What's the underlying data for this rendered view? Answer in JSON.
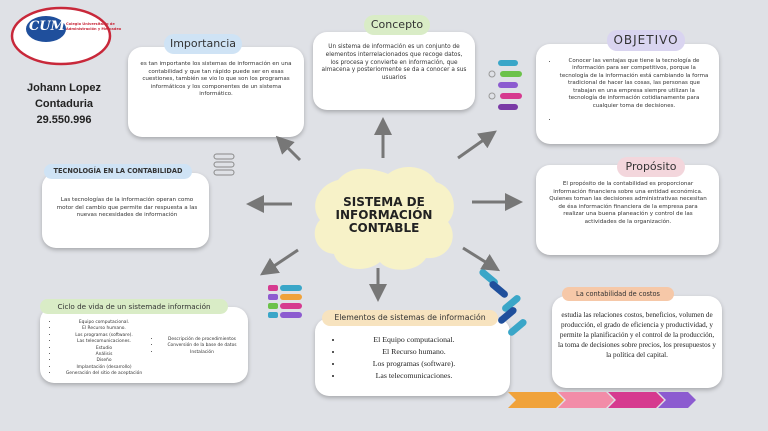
{
  "logo": {
    "acronym": "CUM",
    "name_lines": [
      "Colegio Universitario de",
      "Administración y Mercadeo"
    ]
  },
  "author": {
    "name": "Johann Lopez",
    "career": "Contaduria",
    "id": "29.550.996"
  },
  "center": {
    "line1": "SISTEMA DE",
    "line2": "INFORMACIÓN",
    "line3": "CONTABLE"
  },
  "importancia": {
    "title": "Importancia",
    "text": "es tan importante los sistemas de información en una contabilidad y que tan rápido puede ser en esas cuestiones, también se vio lo que son los programas informáticos y los componentes de un sistema informático."
  },
  "concepto": {
    "title": "Concepto",
    "text": "Un sistema de información es un conjunto de elementos interrelacionados que recoge datos, los procesa y convierte en información, que almacena y posteriormente se da a conocer a sus usuarios"
  },
  "objetivo": {
    "title": "OBJETIVO",
    "text": "Conocer las ventajas que tiene la tecnología de información para ser competitivos, porque la tecnología de la información está cambiando la forma tradicional de hacer las cosas, las personas que trabajan en una empresa siempre utilizan la tecnología de información cotidianamente para cualquier toma de decisiones."
  },
  "tecnologia": {
    "title": "TECNOLOGÍA EN LA CONTABILIDAD",
    "text": "Las tecnologías de la información operan como motor del cambio que permite dar respuesta a las nuevas necesidades de información"
  },
  "proposito": {
    "title": "Propósito",
    "text": "El propósito de la contabilidad es proporcionar información financiera sobre una entidad económica. Quienes toman las decisiones administrativas necesitan de ésa información financiera de la empresa para realizar una buena planeación y control de las actividades de la organización."
  },
  "ciclo": {
    "title": "Ciclo de vida de un sistemade información",
    "col1": [
      "Equipo computacional.",
      "El Recurso humano.",
      "Los programas (software).",
      "Las telecomunicaciones.",
      "Estudio",
      "Análisis",
      "Diseño",
      "Implantación (desarrollo)",
      "Generación del sitio de aceptación"
    ],
    "col2": [
      "Descripción de procedimientos",
      "Conversión de la base de datos",
      "Instalación"
    ]
  },
  "elementos": {
    "title": "Elementos de sistemas de información",
    "items": [
      "El Equipo computacional.",
      "El Recurso humano.",
      "Los programas (software).",
      "Las telecomunicaciones."
    ]
  },
  "costos": {
    "title": "La contabilidad de costos",
    "text": "estudia las relaciones costos, beneficios, volumen de producción, el grado de eficiencia y productividad, y permite la planificación y el control de la producción, la toma de decisiones sobre precios, los presupuestos y la política del capital."
  },
  "colors": {
    "importancia_pill": "#cfe3f5",
    "concepto_pill": "#d9ecc6",
    "objetivo_pill": "#d9d4f0",
    "tecnologia_pill": "#cfe3f5",
    "proposito_pill": "#f3d6dc",
    "ciclo_pill": "#d9ecc6",
    "elementos_pill": "#f7e3bf",
    "costos_pill": "#f6c8a8",
    "blob": "#f7f2c8"
  }
}
